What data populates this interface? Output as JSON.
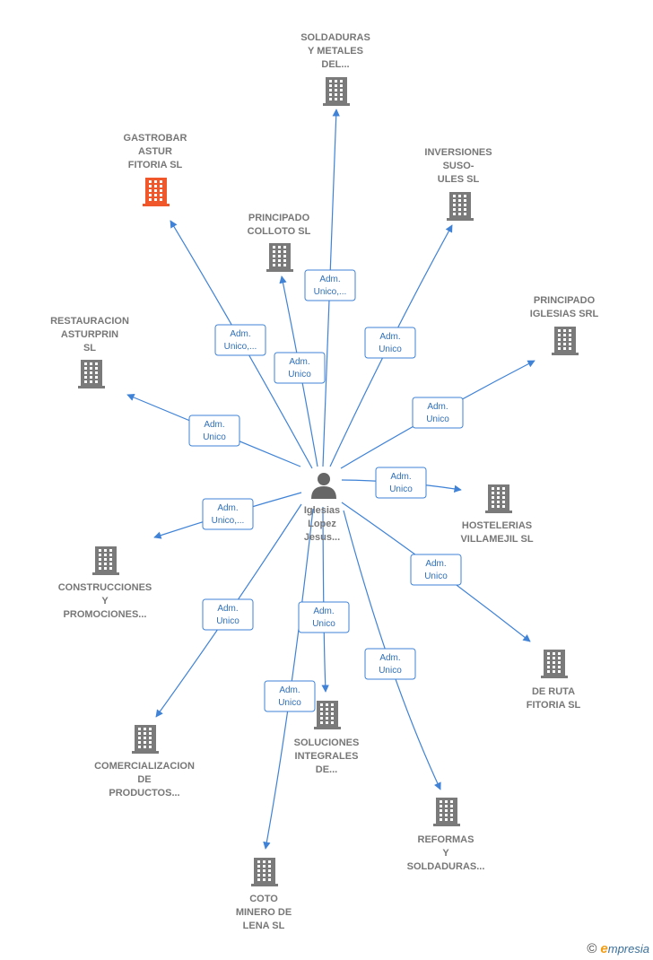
{
  "colors": {
    "edge": "#3f82d6",
    "building": "#7a7a7a",
    "building_highlight": "#f0582b",
    "person": "#666666",
    "label": "#777777",
    "box_border": "#3f82d6",
    "box_text": "#2f6fb8"
  },
  "center": {
    "lines": [
      "Iglesias",
      "Lopez",
      "Jesus..."
    ],
    "icon": "person-icon"
  },
  "nodes": [
    {
      "id": "soldaduras-metales",
      "lines": [
        "SOLDADURAS",
        "Y METALES",
        "DEL..."
      ],
      "icon": "building-icon",
      "highlight": false,
      "edge": [
        "Adm.",
        "Unico,..."
      ]
    },
    {
      "id": "gastrobar",
      "lines": [
        "GASTROBAR",
        "ASTUR",
        "FITORIA  SL"
      ],
      "icon": "building-icon",
      "highlight": true,
      "edge": [
        "Adm.",
        "Unico,..."
      ]
    },
    {
      "id": "inversiones",
      "lines": [
        "INVERSIONES",
        "SUSO-",
        "ULES SL"
      ],
      "icon": "building-icon",
      "highlight": false,
      "edge": [
        "Adm.",
        "Unico"
      ]
    },
    {
      "id": "principado-colloto",
      "lines": [
        "PRINCIPADO",
        "COLLOTO  SL"
      ],
      "icon": "building-icon",
      "highlight": false,
      "edge": [
        "Adm.",
        "Unico"
      ]
    },
    {
      "id": "principado-iglesias",
      "lines": [
        "PRINCIPADO",
        "IGLESIAS SRL"
      ],
      "icon": "building-icon",
      "highlight": false,
      "edge": [
        "Adm.",
        "Unico"
      ]
    },
    {
      "id": "restauracion",
      "lines": [
        "RESTAURACION",
        "ASTURPRIN",
        "SL"
      ],
      "icon": "building-icon",
      "highlight": false,
      "edge": [
        "Adm.",
        "Unico"
      ]
    },
    {
      "id": "hostelerias",
      "lines": [
        "HOSTELERIAS",
        "VILLAMEJIL SL"
      ],
      "icon": "building-icon",
      "highlight": false,
      "edge": [
        "Adm.",
        "Unico"
      ]
    },
    {
      "id": "construcciones",
      "lines": [
        "CONSTRUCCIONES",
        "Y",
        "PROMOCIONES..."
      ],
      "icon": "building-icon",
      "highlight": false,
      "edge": [
        "Adm.",
        "Unico,..."
      ]
    },
    {
      "id": "de-ruta",
      "lines": [
        "DE RUTA",
        "FITORIA  SL"
      ],
      "icon": "building-icon",
      "highlight": false,
      "edge": [
        "Adm.",
        "Unico"
      ]
    },
    {
      "id": "comercializacion",
      "lines": [
        "COMERCIALIZACION",
        "DE",
        "PRODUCTOS..."
      ],
      "icon": "building-icon",
      "highlight": false,
      "edge": [
        "Adm.",
        "Unico"
      ]
    },
    {
      "id": "soluciones",
      "lines": [
        "SOLUCIONES",
        "INTEGRALES",
        "DE..."
      ],
      "icon": "building-icon",
      "highlight": false,
      "edge": [
        "Adm.",
        "Unico"
      ]
    },
    {
      "id": "reformas",
      "lines": [
        "REFORMAS",
        "Y",
        "SOLDADURAS..."
      ],
      "icon": "building-icon",
      "highlight": false,
      "edge": [
        "Adm.",
        "Unico"
      ]
    },
    {
      "id": "coto-minero",
      "lines": [
        "COTO",
        "MINERO DE",
        "LENA  SL"
      ],
      "icon": "building-icon",
      "highlight": false,
      "edge": [
        "Adm.",
        "Unico"
      ]
    }
  ],
  "footer": {
    "copyright": "©",
    "brand_initial": "e",
    "brand_rest": "mpresia"
  }
}
